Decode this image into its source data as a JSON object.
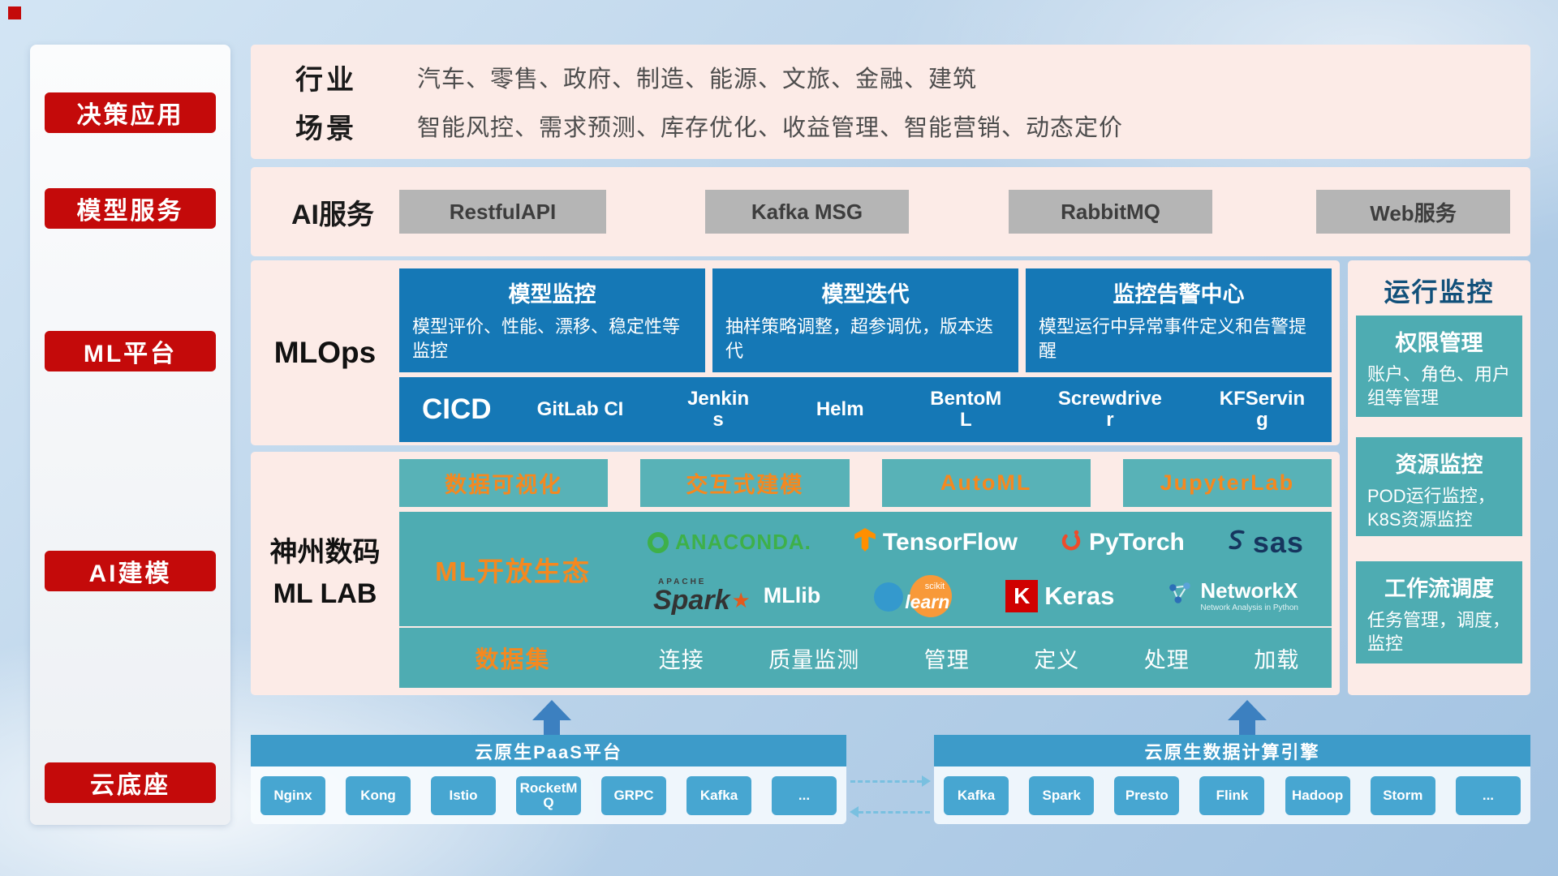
{
  "sidebar": {
    "items": [
      {
        "label": "决策应用"
      },
      {
        "label": "模型服务"
      },
      {
        "label": "ML平台"
      },
      {
        "label": "AI建模"
      },
      {
        "label": "云底座"
      }
    ]
  },
  "industry": {
    "rows": [
      {
        "label": "行业",
        "value": "汽车、零售、政府、制造、能源、文旅、金融、建筑"
      },
      {
        "label": "场景",
        "value": "智能风控、需求预测、库存优化、收益管理、智能营销、动态定价"
      }
    ]
  },
  "ai_service": {
    "label": "AI服务",
    "services": [
      "RestfulAPI",
      "Kafka MSG",
      "RabbitMQ",
      "Web服务"
    ]
  },
  "mlops": {
    "label": "MLOps",
    "cards": [
      {
        "title": "模型监控",
        "desc": "模型评价、性能、漂移、稳定性等监控"
      },
      {
        "title": "模型迭代",
        "desc": "抽样策略调整，超参调优，版本迭代"
      },
      {
        "title": "监控告警中心",
        "desc": "模型运行中异常事件定义和告警提醒"
      }
    ],
    "cicd_label": "CICD",
    "cicd_tools": [
      "GitLab CI",
      "Jenkins",
      "Helm",
      "BentoML",
      "Screwdriver",
      "KFServing"
    ]
  },
  "mllab": {
    "label_line1": "神州数码",
    "label_line2": "ML LAB",
    "top_tools": [
      "数据可视化",
      "交互式建模",
      "AutoML",
      "JupyterLab"
    ],
    "ecosystem_label": "ML开放生态",
    "logos": {
      "anaconda": "ANACONDA.",
      "tensorflow": "TensorFlow",
      "pytorch": "PyTorch",
      "sas": "sas",
      "spark_apache": "APACHE",
      "spark": "Spark",
      "spark_lib": "MLlib",
      "sklearn_top": "scikit",
      "sklearn": "learn",
      "keras_k": "K",
      "keras": "Keras",
      "networkx": "NetworkX",
      "networkx_sub": "Network Analysis in Python"
    },
    "dataset_label": "数据集",
    "dataset_items": [
      "连接",
      "质量监测",
      "管理",
      "定义",
      "处理",
      "加载"
    ]
  },
  "monitor": {
    "title": "运行监控",
    "cards": [
      {
        "title": "权限管理",
        "desc": "账户、角色、用户组等管理"
      },
      {
        "title": "资源监控",
        "desc": "POD运行监控，K8S资源监控"
      },
      {
        "title": "工作流调度",
        "desc": "任务管理，调度，监控"
      }
    ]
  },
  "bottom": {
    "paas": {
      "title": "云原生PaaS平台",
      "items": [
        "Nginx",
        "Kong",
        "Istio",
        "RocketMQ",
        "GRPC",
        "Kafka",
        "..."
      ]
    },
    "engine": {
      "title": "云原生数据计算引擎",
      "items": [
        "Kafka",
        "Spark",
        "Presto",
        "Flink",
        "Hadoop",
        "Storm",
        "..."
      ]
    }
  },
  "colors": {
    "accent_red": "#c40a0a",
    "panel_pink": "#fcebe7",
    "card_blue": "#1578b6",
    "teal": "#4eacb2",
    "orange": "#f5881f",
    "bar_blue": "#3d9bc9"
  }
}
